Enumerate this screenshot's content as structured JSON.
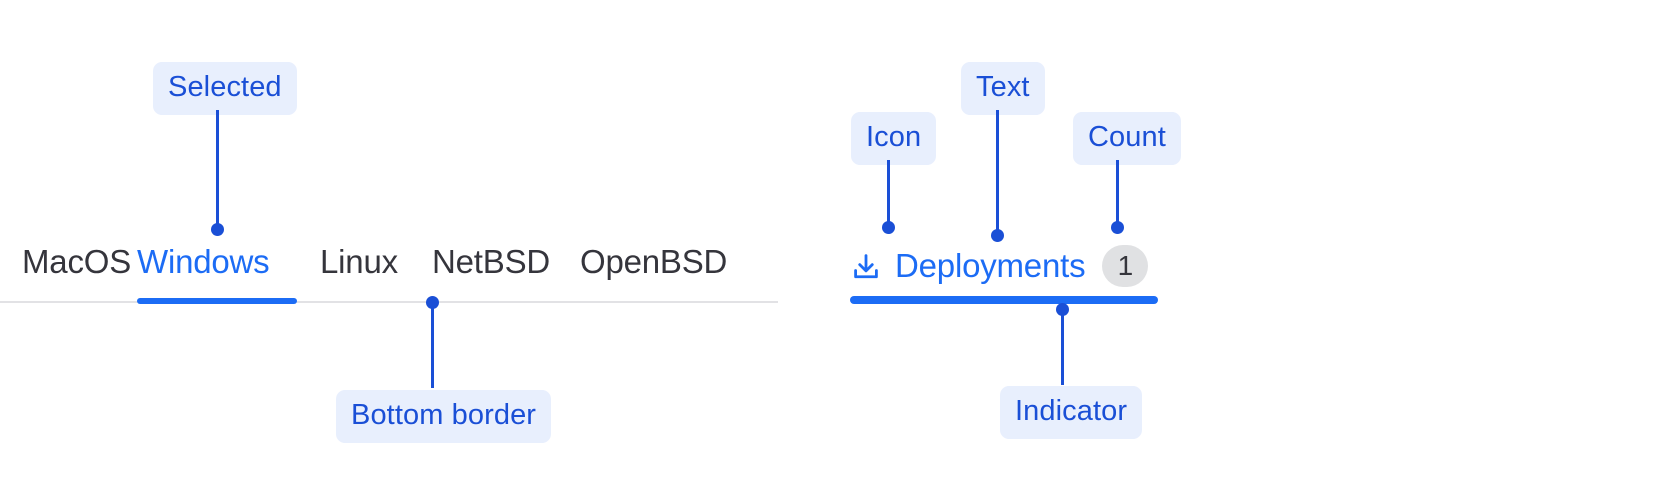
{
  "annotations": {
    "selected": "Selected",
    "bottom_border": "Bottom border",
    "icon": "Icon",
    "text": "Text",
    "count": "Count",
    "indicator": "Indicator"
  },
  "tabbar": {
    "tabs": [
      {
        "label": "MacOS",
        "active": false
      },
      {
        "label": "Windows",
        "active": true
      },
      {
        "label": "Linux",
        "active": false
      },
      {
        "label": "NetBSD",
        "active": false
      },
      {
        "label": "OpenBSD",
        "active": false
      }
    ]
  },
  "deployments_tab": {
    "icon": "download-icon",
    "label": "Deployments",
    "count": "1",
    "active": true
  },
  "colors": {
    "annotation_text": "#1a4fd6",
    "annotation_bg": "#e8effd",
    "tab_active": "#1c6cf5",
    "tab_inactive": "#35353c",
    "rule": "#e2e2e5",
    "badge_bg": "#e0e1e3"
  }
}
